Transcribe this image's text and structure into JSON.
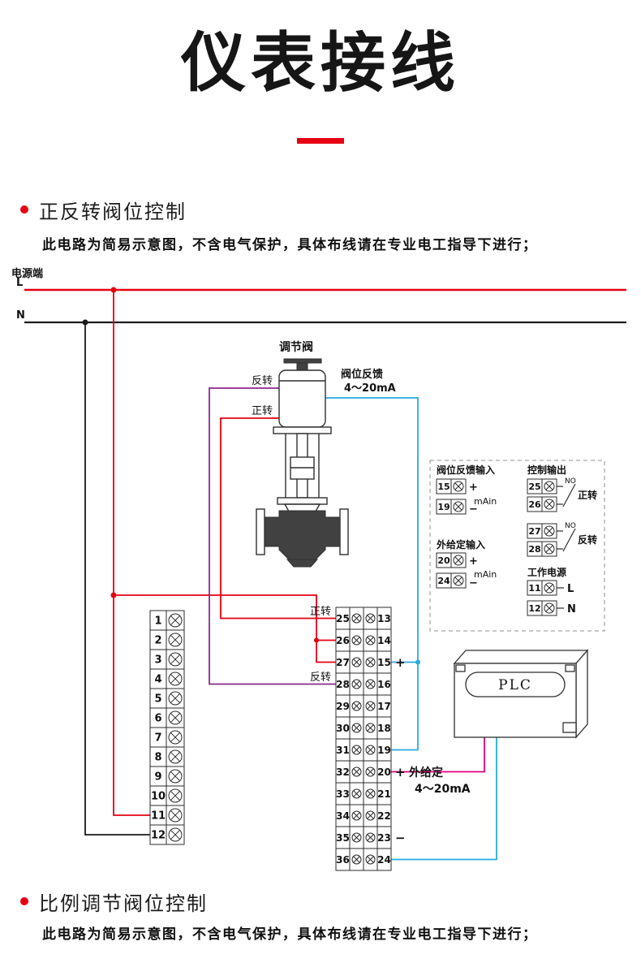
{
  "page": {
    "title": "仪表接线"
  },
  "sections": {
    "s1": {
      "heading": "正反转阀位控制",
      "note": "此电路为简易示意图，不含电气保护，具体布线请在专业电工指导下进行；"
    },
    "s2": {
      "heading": "比例调节阀位控制",
      "note": "此电路为简易示意图，不含电气保护，具体布线请在专业电工指导下进行；"
    }
  },
  "diagram": {
    "power": {
      "label": "电源端",
      "line_l": "L",
      "line_n": "N"
    },
    "valve": {
      "title": "调节阀",
      "reverse": "反转",
      "forward": "正转",
      "feedback_line1": "阀位反馈",
      "feedback_line2": "4～20mA"
    },
    "strip_annotations": {
      "forward": "正转",
      "reverse": "反转",
      "plus_feedback": "+",
      "plus_setpoint": "+",
      "minus_setpoint": "−",
      "setpoint_line1": "外给定",
      "setpoint_line2": "4～20mA"
    },
    "plc_label": "PLC",
    "left_strip": [
      "1",
      "2",
      "3",
      "4",
      "5",
      "6",
      "7",
      "8",
      "9",
      "10",
      "11",
      "12"
    ],
    "middle_strip": [
      "25",
      "26",
      "27",
      "28",
      "29",
      "30",
      "31",
      "32",
      "33",
      "34",
      "35",
      "36"
    ],
    "right_strip": [
      "13",
      "14",
      "15",
      "16",
      "17",
      "18",
      "19",
      "20",
      "21",
      "22",
      "23",
      "24"
    ],
    "info_box": {
      "feedback": {
        "title": "阀位反馈输入",
        "t_plus": "15",
        "t_minus": "19",
        "plus": "+",
        "minus": "−",
        "unit": "mAin"
      },
      "control": {
        "title": "控制输出",
        "t1": "25",
        "t2": "26",
        "t3": "27",
        "t4": "28",
        "contact": "NO",
        "forward": "正转",
        "reverse": "反转"
      },
      "setpoint": {
        "title": "外给定输入",
        "t_plus": "20",
        "t_minus": "24",
        "plus": "+",
        "minus": "−",
        "unit": "mAin"
      },
      "work_power": {
        "title": "工作电源",
        "t_l": "11",
        "t_n": "12",
        "l": "L",
        "n": "N"
      }
    },
    "colors": {
      "red": "#e60012",
      "black": "#1a1a1a",
      "blue": "#29abe2",
      "magenta": "#e4007f",
      "purple": "#8b2a8f"
    }
  }
}
